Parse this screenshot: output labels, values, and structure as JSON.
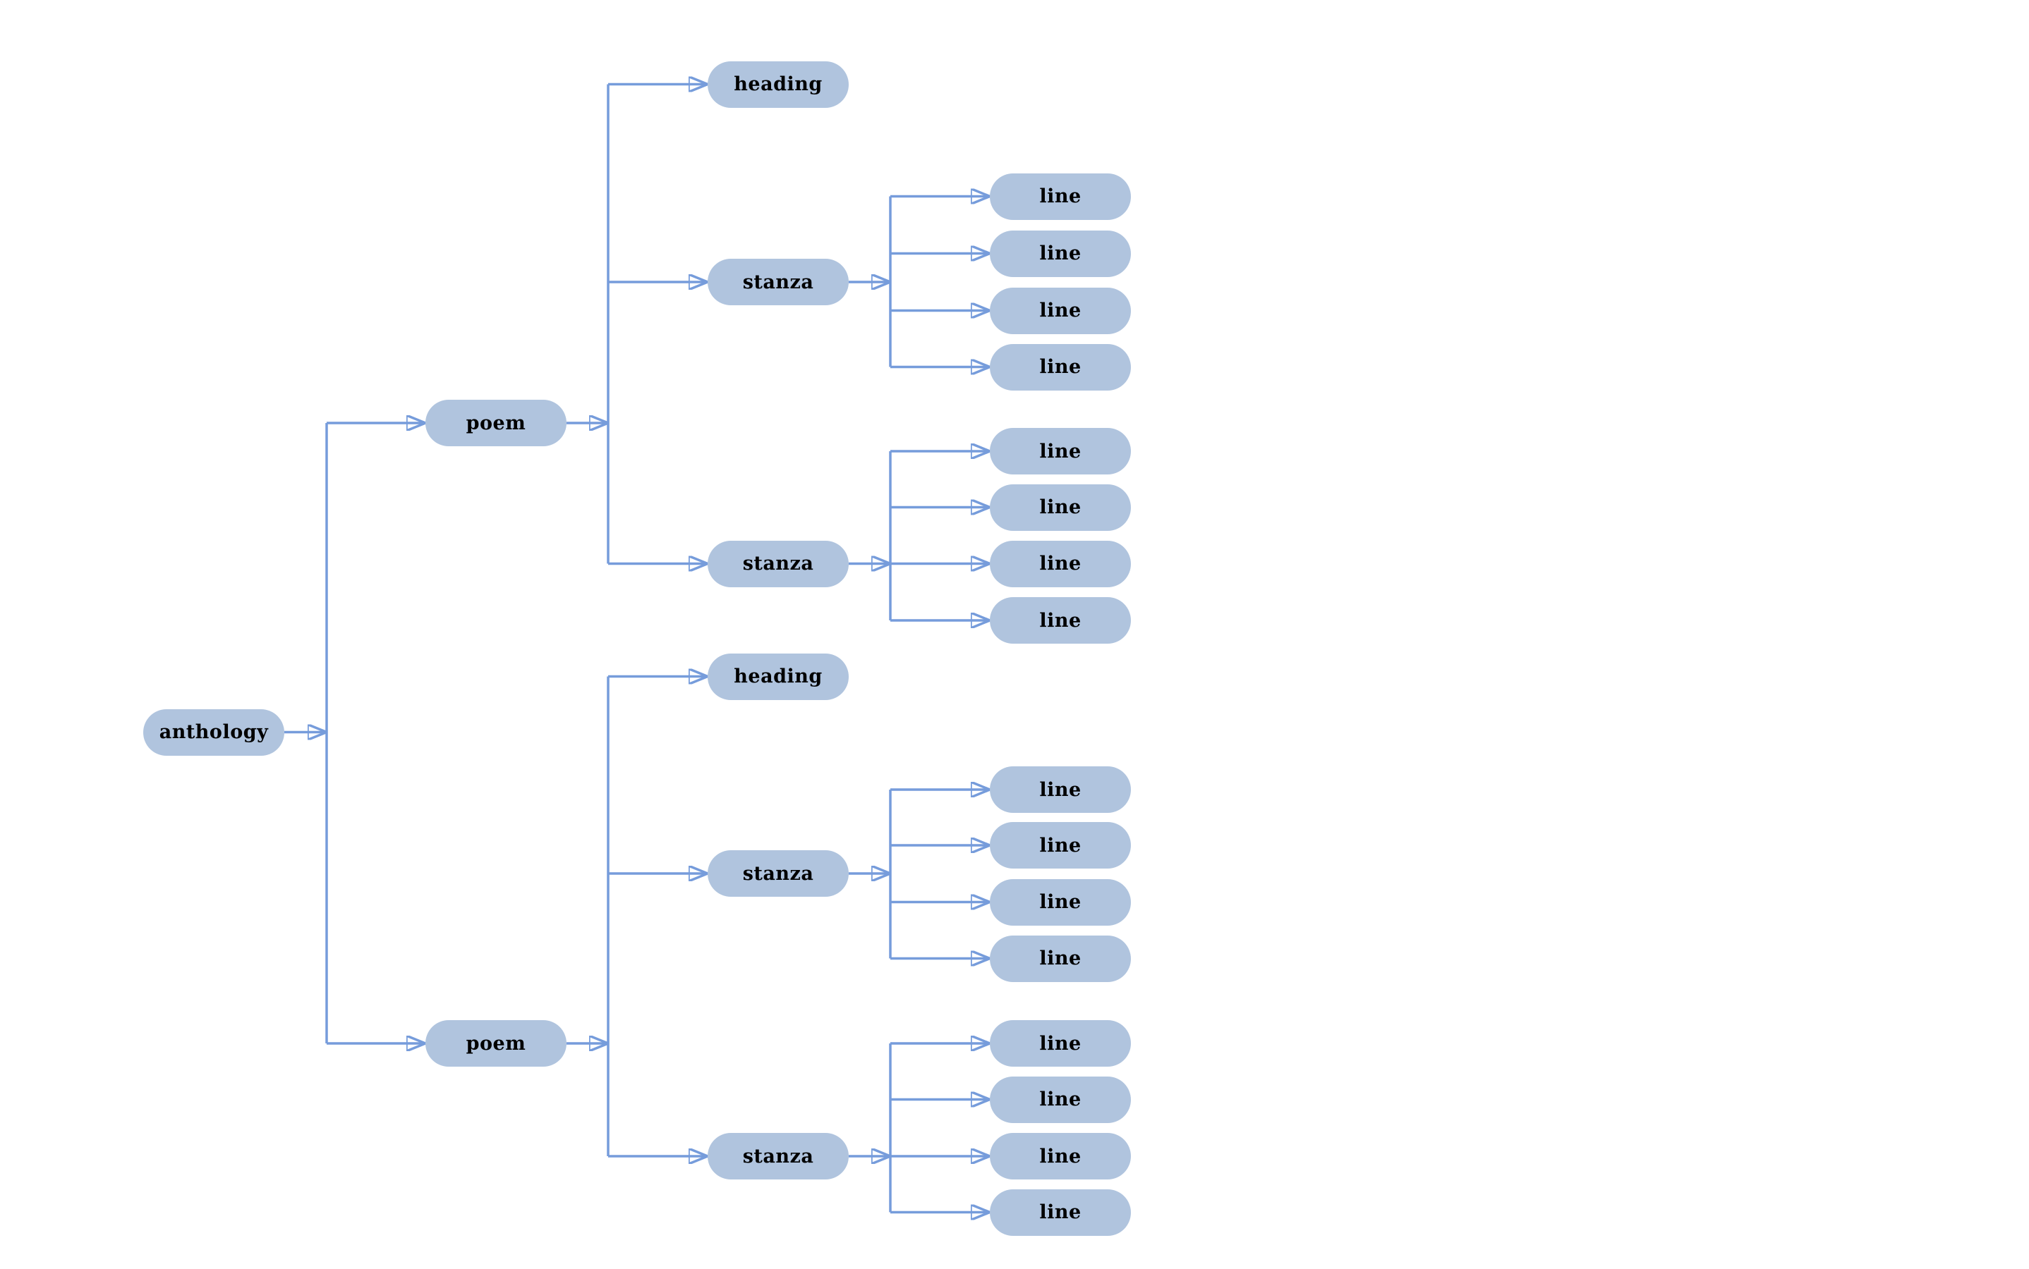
{
  "page": {
    "background_color": "#ffffff",
    "description": "Left-to-right tree diagram showing the hierarchical structure of an anthology: anthology contains poems, each poem contains a heading and stanzas, each stanza contains lines"
  },
  "colors": {
    "node_fill": "#b0c4de",
    "node_text": "#000000",
    "link_stroke": "#769cdb",
    "arrowhead_fill": "#000000"
  },
  "tree": {
    "root": {
      "label": "anthology",
      "children": [
        {
          "label": "poem",
          "children": [
            {
              "label": "heading",
              "children": []
            },
            {
              "label": "stanza",
              "children": [
                {
                  "label": "line"
                },
                {
                  "label": "line"
                },
                {
                  "label": "line"
                },
                {
                  "label": "line"
                }
              ]
            },
            {
              "label": "stanza",
              "children": [
                {
                  "label": "line"
                },
                {
                  "label": "line"
                },
                {
                  "label": "line"
                },
                {
                  "label": "line"
                }
              ]
            }
          ]
        },
        {
          "label": "poem",
          "children": [
            {
              "label": "heading",
              "children": []
            },
            {
              "label": "stanza",
              "children": [
                {
                  "label": "line"
                },
                {
                  "label": "line"
                },
                {
                  "label": "line"
                },
                {
                  "label": "line"
                }
              ]
            },
            {
              "label": "stanza",
              "children": [
                {
                  "label": "line"
                },
                {
                  "label": "line"
                },
                {
                  "label": "line"
                },
                {
                  "label": "line"
                }
              ]
            }
          ]
        }
      ]
    }
  }
}
